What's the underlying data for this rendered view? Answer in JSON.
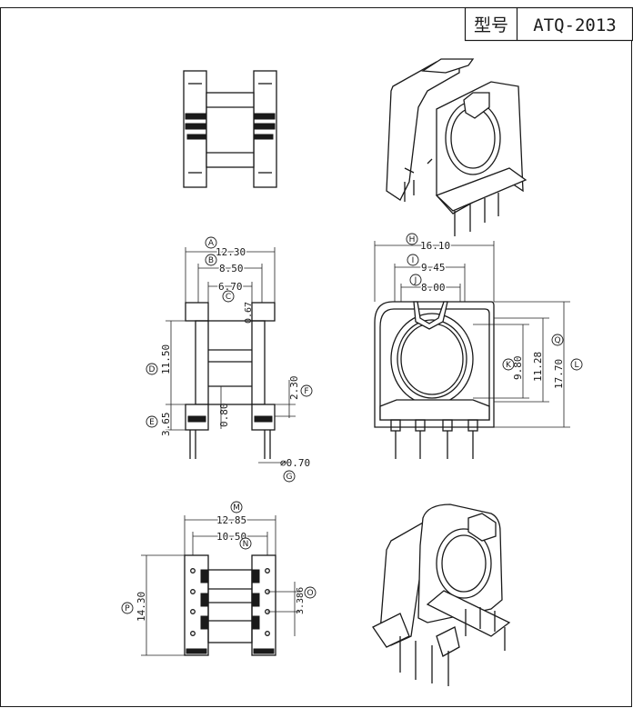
{
  "title_block": {
    "label": "型号",
    "model": "ATQ-2013"
  },
  "dimensions": {
    "A": "12.30",
    "B": "8.50",
    "C": "6.70",
    "c_small": "0.67",
    "D": "11.50",
    "E": "3.65",
    "F": "2.30",
    "mid": "0.80",
    "G": "⌀0.70",
    "H": "16.10",
    "I": "9.45",
    "J": "8.00",
    "K": "9.80",
    "L": "17.70",
    "Q": "11.28",
    "M": "12.85",
    "N": "10.50",
    "O": "3.386",
    "P": "14.30"
  },
  "callouts": [
    "A",
    "B",
    "C",
    "D",
    "E",
    "F",
    "G",
    "H",
    "I",
    "J",
    "K",
    "L",
    "M",
    "N",
    "O",
    "P",
    "Q"
  ]
}
